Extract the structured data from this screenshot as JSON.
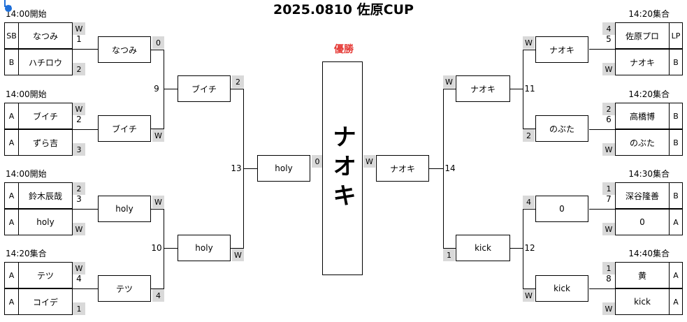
{
  "title": "2025.0810 佐原CUP",
  "winner_label": "優勝",
  "champion": "ナオキ",
  "groups": [
    {
      "time": "14:00開始",
      "players": [
        {
          "label": "SB",
          "name": "なつみ",
          "score": "W"
        },
        {
          "label": "B",
          "name": "ハチロウ",
          "score": "2"
        }
      ],
      "mid": "1"
    },
    {
      "time": "14:00開始",
      "players": [
        {
          "label": "A",
          "name": "ブイチ",
          "score": "W"
        },
        {
          "label": "A",
          "name": "ずら吉",
          "score": "3"
        }
      ],
      "mid": "2"
    },
    {
      "time": "14:00開始",
      "players": [
        {
          "label": "A",
          "name": "鈴木辰哉",
          "score": "2"
        },
        {
          "label": "A",
          "name": "holy",
          "score": "W"
        }
      ],
      "mid": "3"
    },
    {
      "time": "14:20集合",
      "players": [
        {
          "label": "A",
          "name": "テツ",
          "score": "W"
        },
        {
          "label": "A",
          "name": "コイデ",
          "score": "1"
        }
      ],
      "mid": "4"
    },
    {
      "time": "14:20集合",
      "players": [
        {
          "label": "LP",
          "name": "佐原プロ",
          "score": "4"
        },
        {
          "label": "B",
          "name": "ナオキ",
          "score": "W"
        }
      ],
      "mid": "5"
    },
    {
      "time": "14:20集合",
      "players": [
        {
          "label": "B",
          "name": "高橋博",
          "score": "2"
        },
        {
          "label": "B",
          "name": "のぶた",
          "score": "W"
        }
      ],
      "mid": "6"
    },
    {
      "time": "14:30集合",
      "players": [
        {
          "label": "B",
          "name": "深谷隆善",
          "score": "1"
        },
        {
          "label": "A",
          "name": "0",
          "score": "W"
        }
      ],
      "mid": "7"
    },
    {
      "time": "14:40集合",
      "players": [
        {
          "label": "A",
          "name": "黄",
          "score": "1"
        },
        {
          "label": "A",
          "name": "kick",
          "score": "W"
        }
      ],
      "mid": "8"
    }
  ],
  "round2": [
    {
      "name": "なつみ",
      "score": "0"
    },
    {
      "name": "ブイチ",
      "score": "W"
    },
    {
      "name": "holy",
      "score": "W"
    },
    {
      "name": "テツ",
      "score": "4"
    },
    {
      "name": "ナオキ",
      "score": "W"
    },
    {
      "name": "のぶた",
      "score": "2"
    },
    {
      "name": "0",
      "score": "4"
    },
    {
      "name": "kick",
      "score": "W"
    }
  ],
  "round2_mids": [
    "9",
    "10",
    "11",
    "12"
  ],
  "round3": [
    {
      "name": "ブイチ",
      "score": "2"
    },
    {
      "name": "holy",
      "score": "W"
    },
    {
      "name": "ナオキ",
      "score": "W"
    },
    {
      "name": "kick",
      "score": "1"
    }
  ],
  "round3_mids": [
    "13",
    "14"
  ],
  "final": [
    {
      "name": "holy",
      "score": "0"
    },
    {
      "name": "ナオキ",
      "score": "W"
    }
  ]
}
